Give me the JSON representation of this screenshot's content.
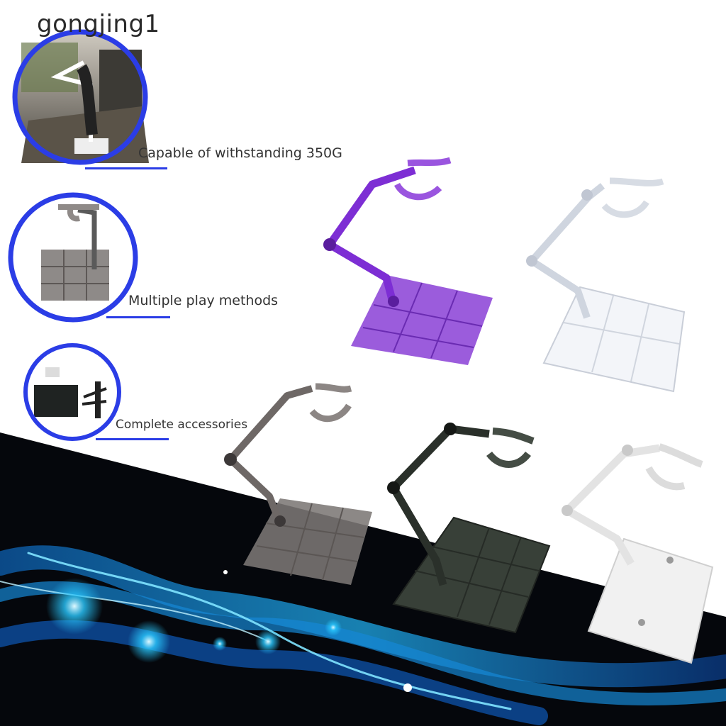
{
  "watermark": "gongjing1",
  "features": [
    {
      "label": "Capable of withstanding 350G"
    },
    {
      "label": "Multiple play methods"
    },
    {
      "label": "Complete accessories"
    }
  ],
  "colors": {
    "ring": "#2b3de6",
    "purple": "#8a3fd6",
    "clear": "#e9ecf2",
    "smoke": "#7c7775",
    "black": "#384038",
    "white": "#f1f1f1",
    "dark_bg": "#05070c",
    "glow": "#29c8ff"
  }
}
